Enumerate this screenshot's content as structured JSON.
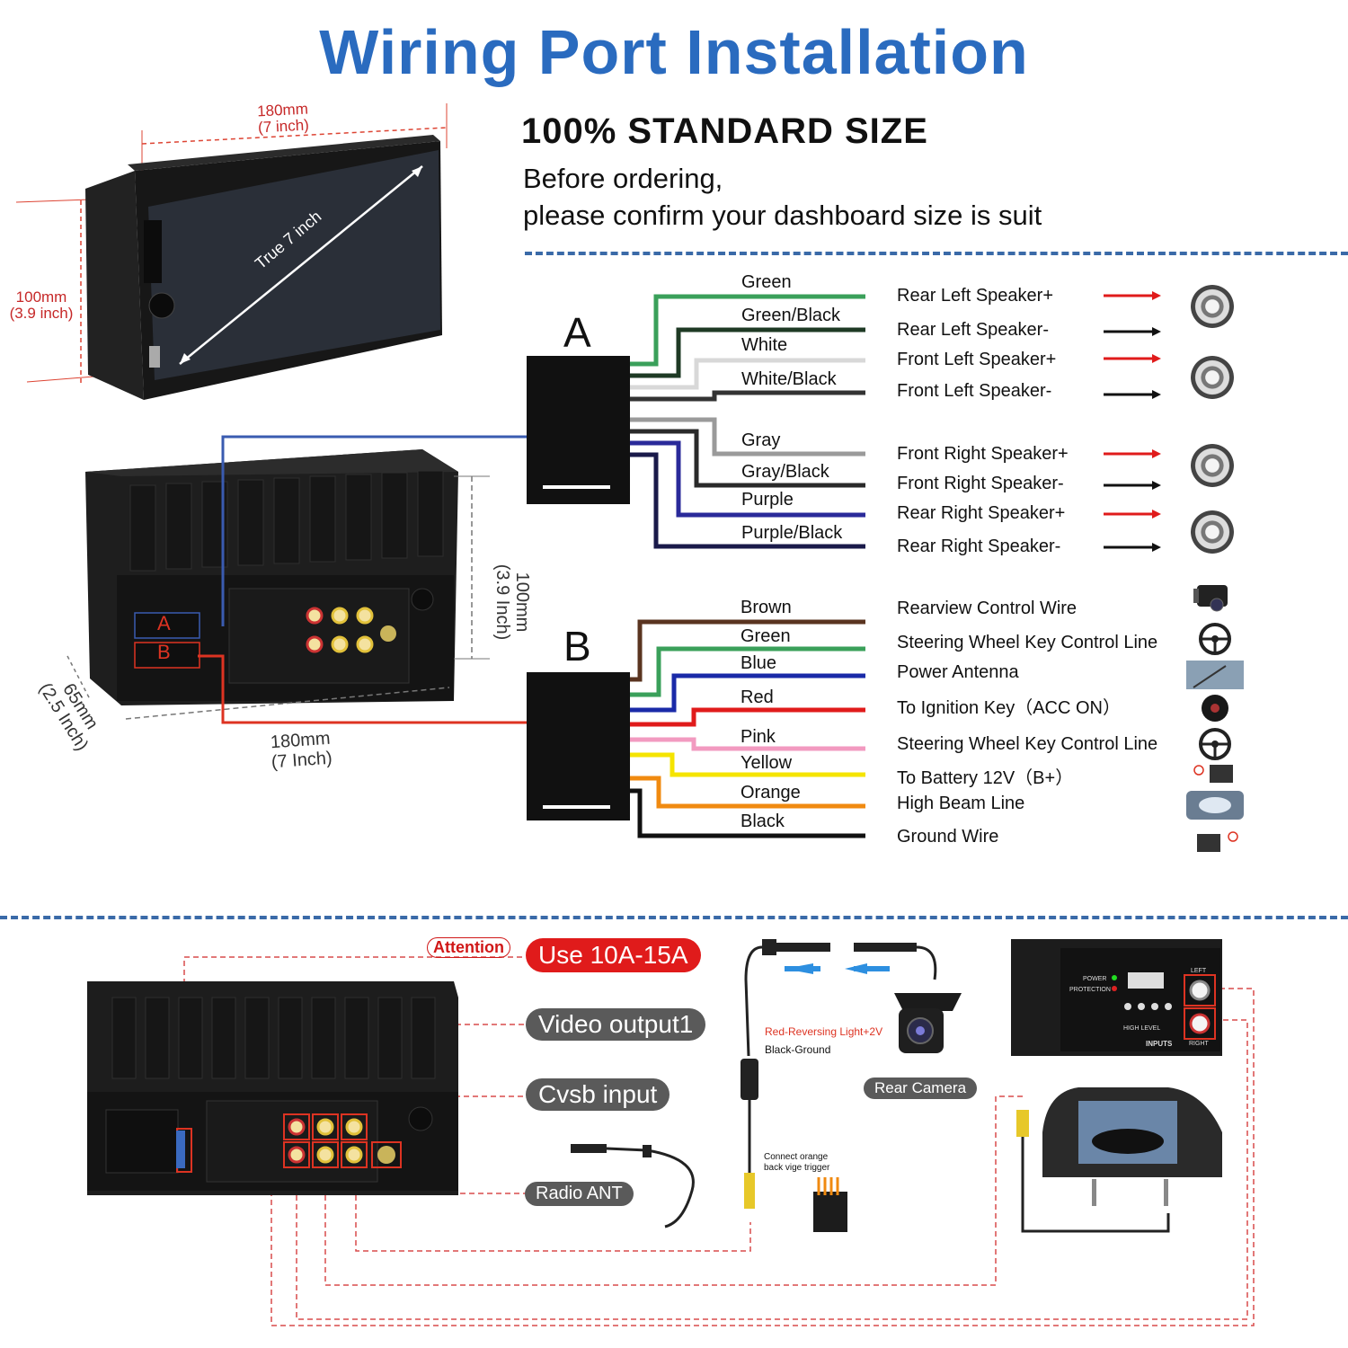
{
  "title": "Wiring Port Installation",
  "standard": {
    "heading": "100% STANDARD SIZE",
    "note_line1": "Before ordering,",
    "note_line2": "please confirm your dashboard size is suit"
  },
  "front_unit": {
    "width_mm": "180mm",
    "width_in": "(7 inch)",
    "height_mm": "100mm",
    "height_in": "(3.9 inch)",
    "screen_label": "True 7 inch"
  },
  "back_unit": {
    "height_mm": "100mm",
    "height_in": "(3.9 Inch)",
    "depth_mm": "65mm",
    "depth_in": "(2.5 Inch)",
    "width_mm": "180mm",
    "width_in": "(7 Inch)",
    "port_a": "A",
    "port_b": "B"
  },
  "connector_a": {
    "letter": "A",
    "wires": [
      {
        "color": "Green",
        "hex": "#3aa05a",
        "function": "Rear Left Speaker+",
        "arrow": "#e01b1b"
      },
      {
        "color": "Green/Black",
        "hex": "#1e3a24",
        "function": "Rear Left Speaker-",
        "arrow": "#111111"
      },
      {
        "color": "White",
        "hex": "#d8d8d8",
        "function": "Front Left Speaker+",
        "arrow": "#e01b1b"
      },
      {
        "color": "White/Black",
        "hex": "#333333",
        "function": "Front Left Speaker-",
        "arrow": "#111111"
      },
      {
        "color": "Gray",
        "hex": "#9a9a9a",
        "function": "Front Right Speaker+",
        "arrow": "#e01b1b"
      },
      {
        "color": "Gray/Black",
        "hex": "#2a2a2a",
        "function": "Front Right Speaker-",
        "arrow": "#111111"
      },
      {
        "color": "Purple",
        "hex": "#2a2a9a",
        "function": "Rear Right Speaker+",
        "arrow": "#e01b1b"
      },
      {
        "color": "Purple/Black",
        "hex": "#1a1a4a",
        "function": "Rear Right Speaker-",
        "arrow": "#111111"
      }
    ]
  },
  "connector_b": {
    "letter": "B",
    "wires": [
      {
        "color": "Brown",
        "hex": "#5a3420",
        "function": "Rearview Control Wire",
        "icon": "camera-icon"
      },
      {
        "color": "Green",
        "hex": "#3aa05a",
        "function": "Steering Wheel Key Control Line",
        "icon": "steering-wheel-icon"
      },
      {
        "color": "Blue",
        "hex": "#1a2aa8",
        "function": "Power Antenna",
        "icon": "antenna-icon"
      },
      {
        "color": "Red",
        "hex": "#e01b1b",
        "function": "To Ignition Key（ACC ON）",
        "icon": "ignition-key-icon"
      },
      {
        "color": "Pink",
        "hex": "#f29ac0",
        "function": "Steering Wheel Key Control Line",
        "icon": "steering-wheel-icon"
      },
      {
        "color": "Yellow",
        "hex": "#f5e400",
        "function": "To Battery 12V（B+）",
        "icon": "battery-positive-icon"
      },
      {
        "color": "Orange",
        "hex": "#f08a10",
        "function": "High Beam Line",
        "icon": "headlight-icon"
      },
      {
        "color": "Black",
        "hex": "#111111",
        "function": "Ground Wire",
        "icon": "battery-ground-icon"
      }
    ]
  },
  "bottom": {
    "attention": "Attention",
    "fuse": "Use 10A-15A",
    "video_output": "Video output1",
    "cvsb_input": "Cvsb input",
    "radio_ant": "Radio ANT",
    "red_reversing": "Red-Reversing Light+2V",
    "black_ground": "Black-Ground",
    "rear_camera": "Rear Camera",
    "orange_note_1": "Connect orange",
    "orange_note_2": "back vige trigger",
    "amp_power": "POWER",
    "amp_protection": "PROTECTION",
    "amp_left": "LEFT",
    "amp_right": "RIGHT",
    "amp_high_level": "HIGH LEVEL",
    "amp_inputs": "INPUTS"
  },
  "colors": {
    "title_blue": "#2a6bbf",
    "accent_red": "#e01b1b",
    "dash_blue": "#3a6aa8"
  }
}
